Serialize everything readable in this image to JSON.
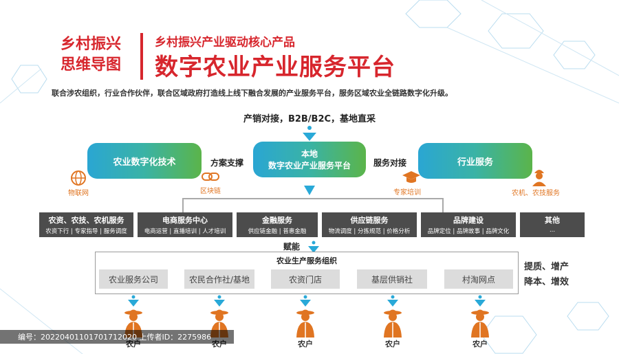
{
  "header": {
    "left_line1": "乡村振兴",
    "left_line2": "思维导图",
    "subtitle": "乡村振兴产业驱动核心产品",
    "title": "数字农业产业服务平台",
    "description": "联合涉农组织，行业合作伙伴，联合区域政府打造线上线下融合发展的产业服务平台，服务区域农业全链路数字化升级。"
  },
  "top_label": "产销对接，B2B/B2C，基地直采",
  "platforms": {
    "left": "农业数字化技术",
    "center_line1": "本地",
    "center_line2": "数字农业产业服务平台",
    "right": "行业服务"
  },
  "connectors": {
    "left": "方案支撑",
    "right": "服务对接"
  },
  "icons": {
    "iot": "物联网",
    "blockchain": "区块链",
    "expert": "专家培训",
    "farm_service": "农机、农技服务"
  },
  "services": [
    {
      "title": "农资、农技、农机服务",
      "sub": "农资下行 | 专家指导 | 服务调度"
    },
    {
      "title": "电商服务中心",
      "sub": "电商运营 | 直播培训 | 人才培训"
    },
    {
      "title": "金融服务",
      "sub": "供应链金融 | 普惠金融"
    },
    {
      "title": "供应链服务",
      "sub": "物流调度 | 分拣规范 | 价格分析"
    },
    {
      "title": "品牌建设",
      "sub": "品牌定位 | 品牌故事 | 品牌文化"
    },
    {
      "title": "其他",
      "sub": "..."
    }
  ],
  "empower_label": "赋能",
  "org": {
    "title": "农业生产服务组织",
    "items": [
      "农业服务公司",
      "农民合作社/基地",
      "农资门店",
      "基层供销社",
      "村淘网点"
    ]
  },
  "benefits": {
    "line1": "提质、增产",
    "line2": "降本、增效"
  },
  "farmers": [
    "农户",
    "农户",
    "农户",
    "农户",
    "农户"
  ],
  "watermark": "编号：20220401101701712020 上传者ID：2275986",
  "colors": {
    "title_red": "#d7262d",
    "accent_orange": "#e07522",
    "gradient_blue": "#2aa6d3",
    "gradient_green": "#5bb44a",
    "dark_box": "#4c4c4c",
    "arrow_blue": "#29a9d8"
  }
}
